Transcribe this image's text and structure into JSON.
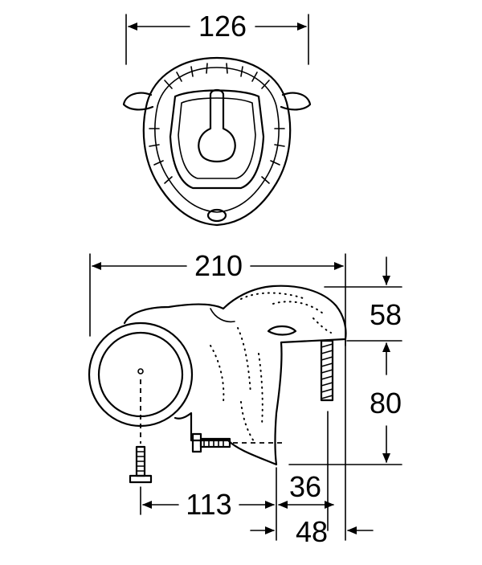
{
  "dimensions": {
    "top_width": "126",
    "side_width": "210",
    "height_upper": "58",
    "height_lower": "80",
    "offset_bottom_left": "113",
    "offset_bottom_mid": "36",
    "offset_bottom_right": "48"
  }
}
